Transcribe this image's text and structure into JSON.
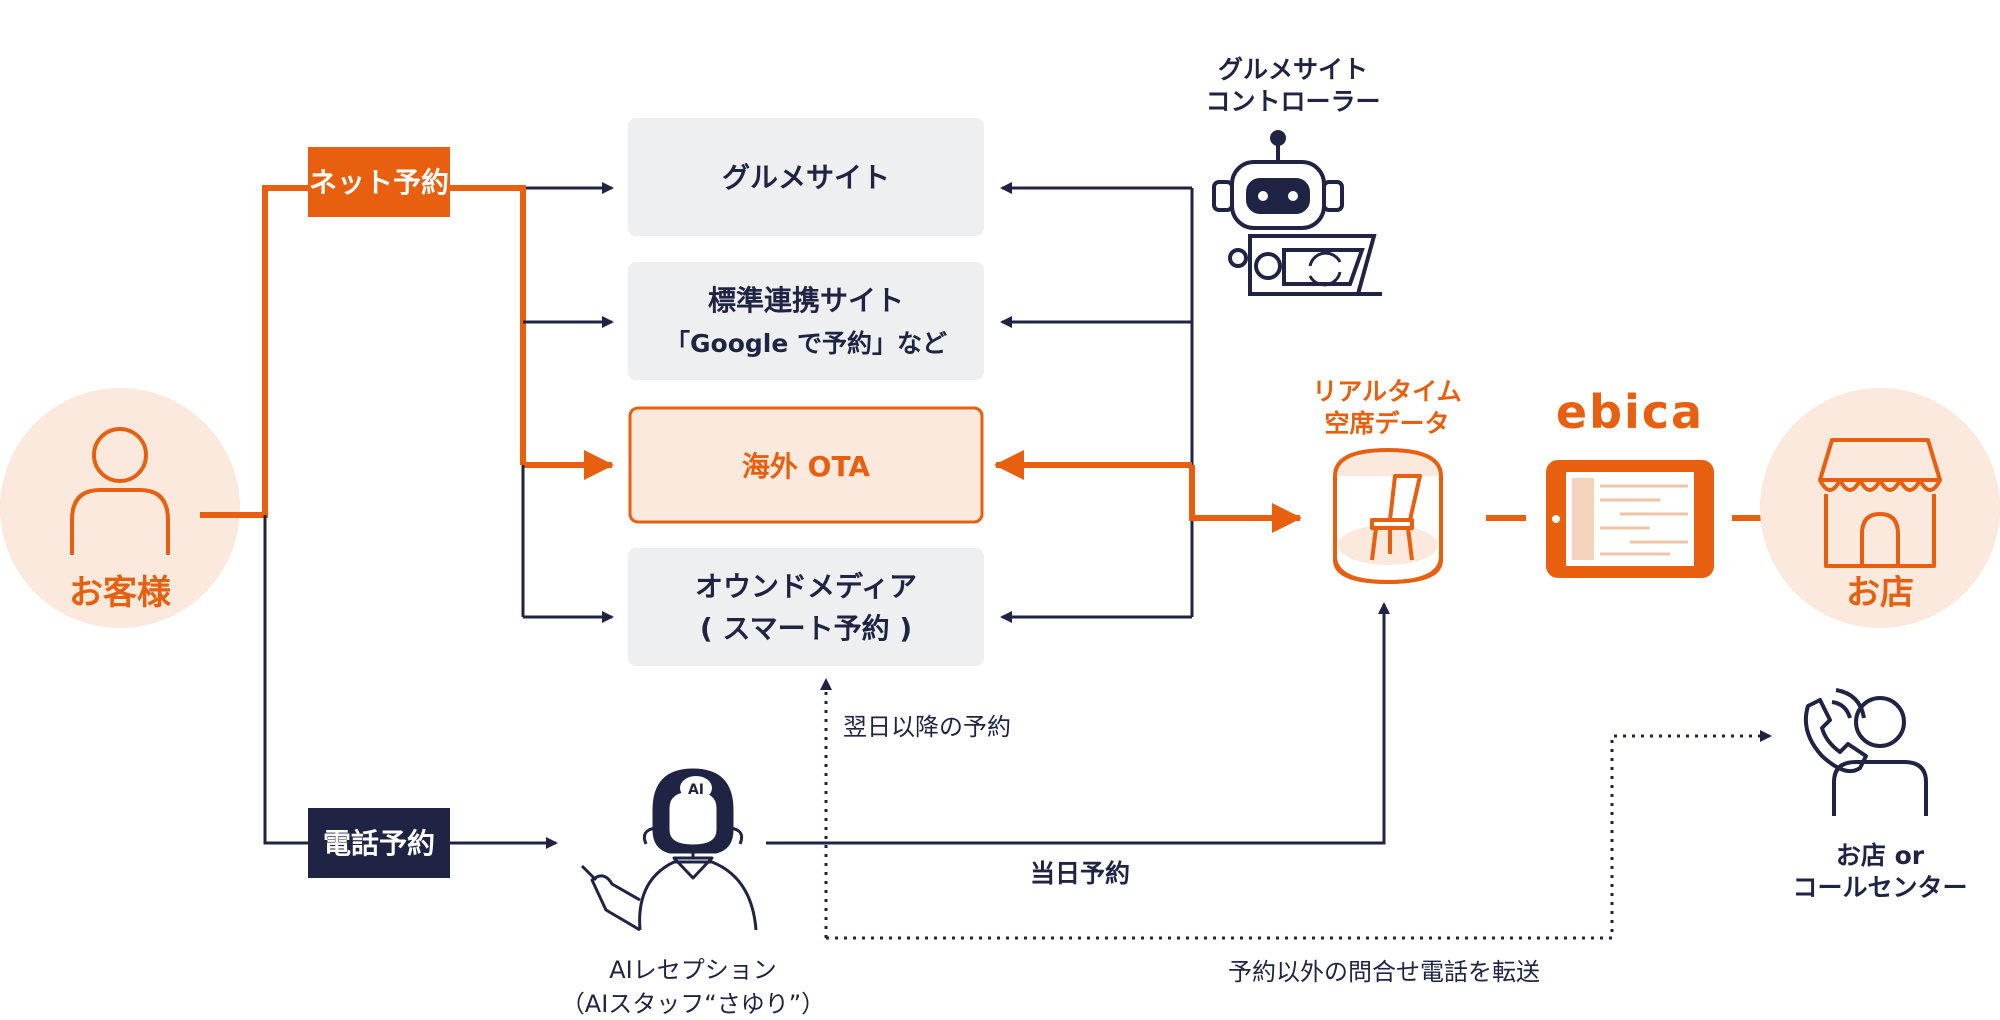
{
  "customer": {
    "label": "お客様"
  },
  "store": {
    "label": "お店"
  },
  "channels": {
    "net_reservation": "ネット予約",
    "phone_reservation": "電話予約"
  },
  "sites": {
    "gourmet": "グルメサイト",
    "standard_line1": "標準連携サイト",
    "standard_line2": "「Google で予約」など",
    "overseas_ota": "海外 OTA",
    "owned_media_line1": "オウンドメディア",
    "owned_media_line2": "( スマート予約 )"
  },
  "controller": {
    "line1": "グルメサイト",
    "line2": "コントローラー"
  },
  "realtime": {
    "line1": "リアルタイム",
    "line2": "空席データ"
  },
  "brand": {
    "name": "ebica"
  },
  "ai_reception": {
    "line1": "AIレセプション",
    "line2": "（AIスタッフ“さゆり”）",
    "badge": "AI"
  },
  "flows": {
    "next_day": "翌日以降の予約",
    "same_day": "当日予約",
    "transfer": "予約以外の問合せ電話を転送"
  },
  "call_center": {
    "line1": "お店 or",
    "line2": "コールセンター"
  },
  "colors": {
    "orange": "#e8600f",
    "navy": "#1f2444",
    "light_orange": "#fbe9dd",
    "gray_box": "#eeeff1"
  }
}
